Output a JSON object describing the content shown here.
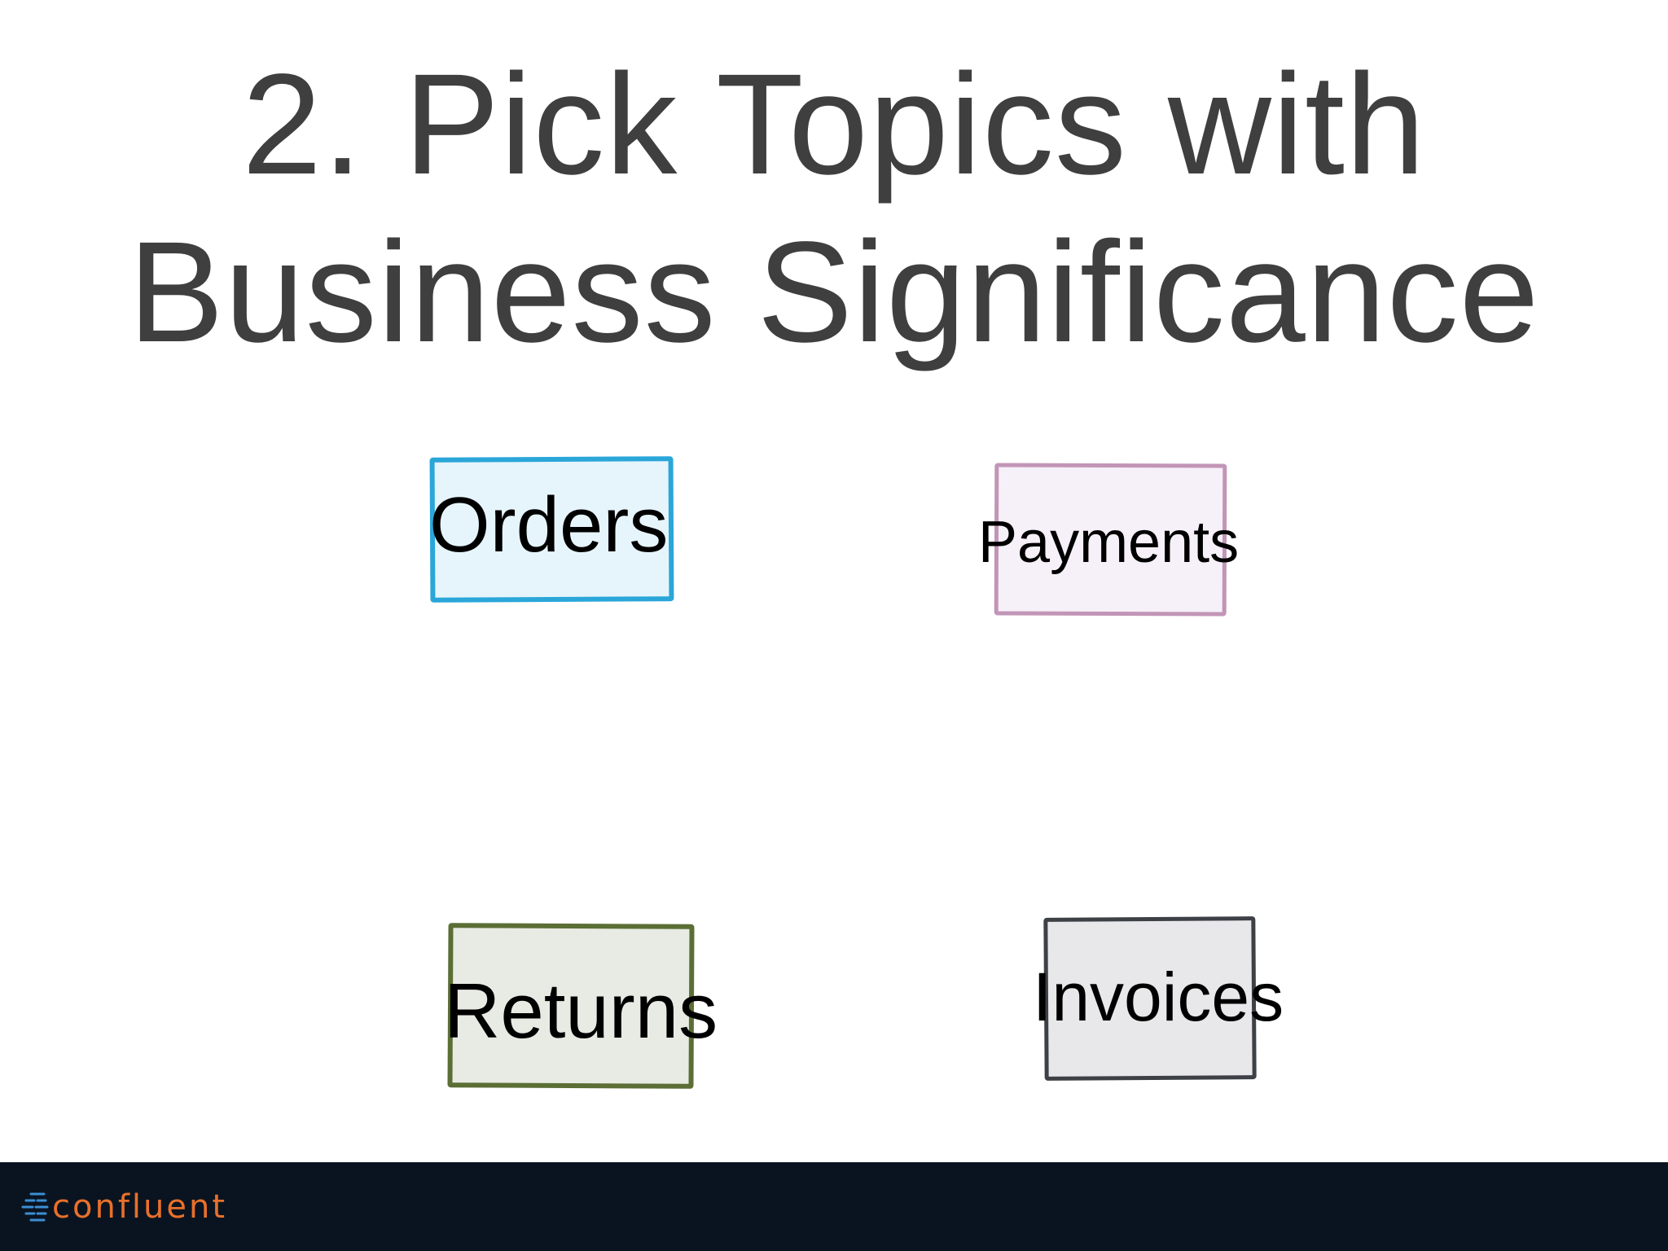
{
  "title": {
    "line1": "2. Pick Topics with",
    "line2": "Business Significance"
  },
  "topics": [
    {
      "label": "Orders",
      "border_color": "#2aa6d9",
      "fill_color": "#e6f5fb"
    },
    {
      "label": "Payments",
      "border_color": "#c295b7",
      "fill_color": "#f6f0f8"
    },
    {
      "label": "Returns",
      "border_color": "#5b6e35",
      "fill_color": "#e8ebe4"
    },
    {
      "label": "Invoices",
      "border_color": "#3d4146",
      "fill_color": "#e8e8ea"
    }
  ],
  "footer": {
    "logo_text": "confluent",
    "logo_icon": "confluent-logo-icon",
    "background": "#0a1420",
    "accent": "#e8702a"
  }
}
